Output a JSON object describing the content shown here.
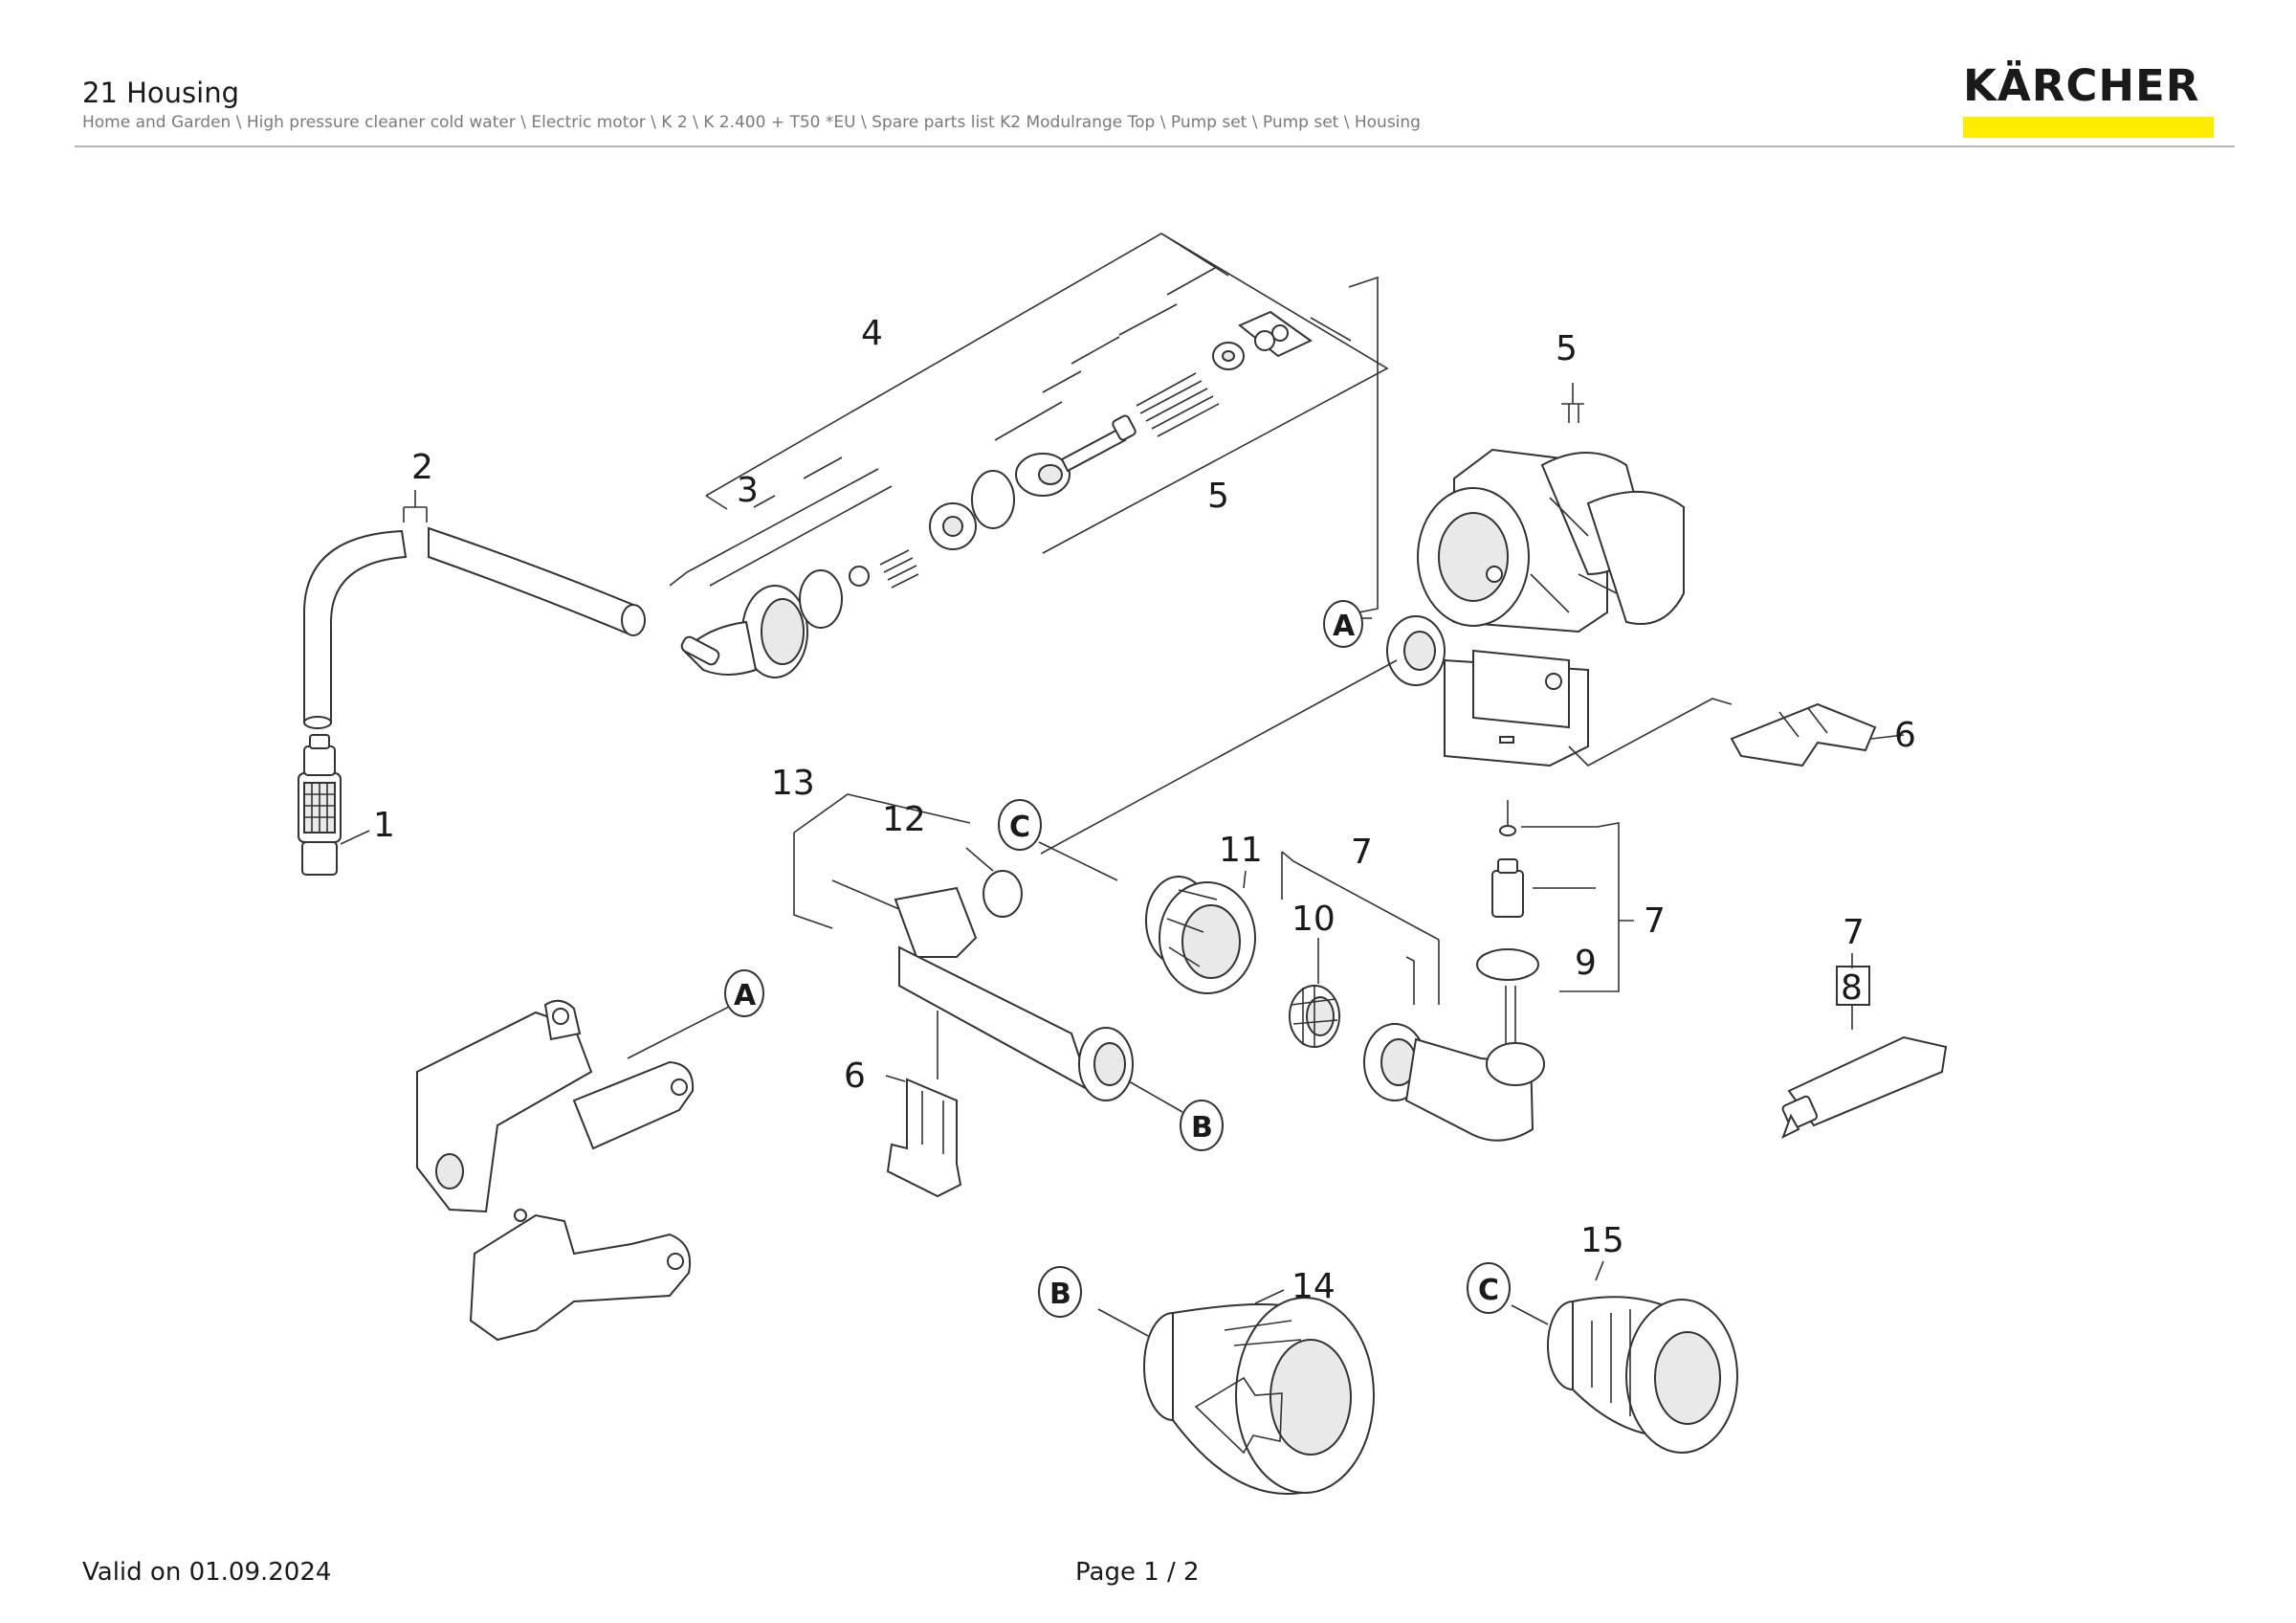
{
  "header": {
    "title": "21 Housing",
    "breadcrumb": "Home and Garden \\ High pressure cleaner cold water \\ Electric motor \\ K 2 \\ K 2.400 + T50 *EU \\ Spare parts list K2 Modulrange Top \\ Pump set \\ Pump set \\ Housing"
  },
  "brand": {
    "name": "KÄRCHER",
    "bar_color": "#ffed00"
  },
  "diagram": {
    "callouts": [
      "1",
      "2",
      "3",
      "4",
      "5",
      "5",
      "6",
      "6",
      "7",
      "7",
      "7",
      "8",
      "9",
      "10",
      "11",
      "12",
      "13",
      "14",
      "15"
    ],
    "connectors": [
      "A",
      "A",
      "B",
      "B",
      "C",
      "C"
    ]
  },
  "footer": {
    "valid": "Valid on 01.09.2024",
    "page": "Page 1 / 2"
  }
}
